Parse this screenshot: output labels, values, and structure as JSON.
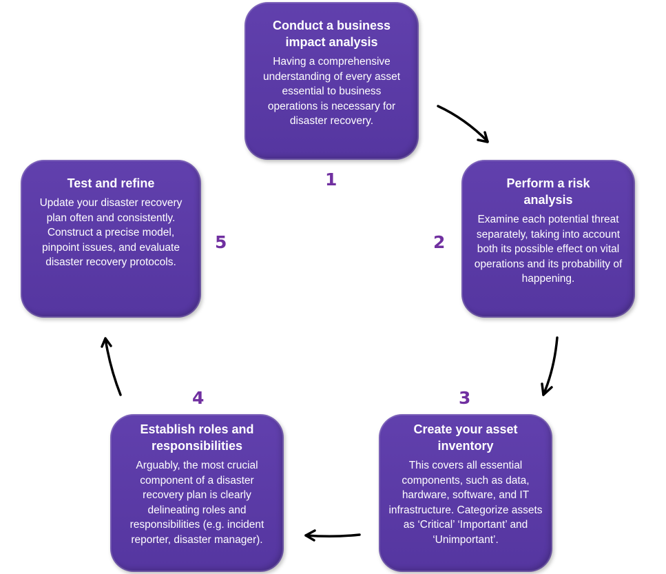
{
  "colors": {
    "card": "#5b3aa6",
    "number": "#7030a0",
    "arrow": "#000000"
  },
  "steps": [
    {
      "number": "1",
      "title": "Conduct a business impact analysis",
      "body": "Having a comprehensive understanding of every asset essential to business operations is necessary for disaster recovery."
    },
    {
      "number": "2",
      "title": "Perform a risk analysis",
      "body": "Examine each potential threat separately, taking into account both its possible effect on vital operations and its probability of happening."
    },
    {
      "number": "3",
      "title": "Create your asset inventory",
      "body": "This covers all essential components, such as data, hardware, software, and IT infrastructure. Categorize assets as ‘Critical’ ‘Important’ and ‘Unimportant’."
    },
    {
      "number": "4",
      "title": "Establish roles and responsibilities",
      "body": "Arguably, the most crucial component of a disaster recovery plan is clearly delineating roles and responsibilities (e.g. incident reporter, disaster manager)."
    },
    {
      "number": "5",
      "title": "Test and refine",
      "body": "Update your disaster recovery plan often and consistently. Construct a precise model, pinpoint issues, and evaluate disaster recovery protocols."
    }
  ],
  "arrows": [
    {
      "from": "1",
      "to": "2",
      "icon": "curved-arrow-icon"
    },
    {
      "from": "2",
      "to": "3",
      "icon": "curved-arrow-icon"
    },
    {
      "from": "3",
      "to": "4",
      "icon": "curved-arrow-icon"
    },
    {
      "from": "4",
      "to": "5",
      "icon": "curved-arrow-icon"
    }
  ]
}
